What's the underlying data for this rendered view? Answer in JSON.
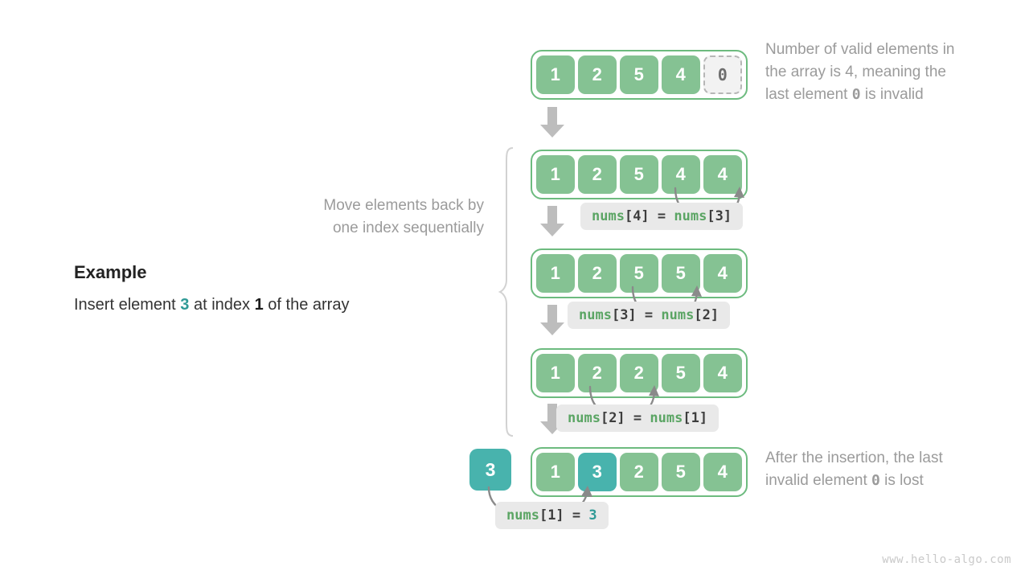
{
  "example": {
    "title": "Example",
    "description_pre": "Insert element ",
    "description_value": "3",
    "description_mid": " at index ",
    "description_index": "1",
    "description_post": " of the array"
  },
  "notes": {
    "top_line1": "Number of valid elements in",
    "top_line2": "the array is 4, meaning the",
    "top_line3_pre": "last element ",
    "top_line3_mono": "0",
    "top_line3_post": " is invalid",
    "brace_line1": "Move elements back by",
    "brace_line2": "one index sequentially",
    "bottom_line1": "After the insertion, the last",
    "bottom_line2_pre": "invalid element ",
    "bottom_line2_mono": "0",
    "bottom_line2_post": " is lost"
  },
  "rows": [
    {
      "id": "row-initial",
      "cells": [
        {
          "value": "1",
          "style": "green"
        },
        {
          "value": "2",
          "style": "green"
        },
        {
          "value": "5",
          "style": "green"
        },
        {
          "value": "4",
          "style": "green"
        },
        {
          "value": "0",
          "style": "invalid"
        }
      ]
    },
    {
      "id": "row-shift-4",
      "cells": [
        {
          "value": "1",
          "style": "green"
        },
        {
          "value": "2",
          "style": "green"
        },
        {
          "value": "5",
          "style": "green"
        },
        {
          "value": "4",
          "style": "green"
        },
        {
          "value": "4",
          "style": "green"
        }
      ]
    },
    {
      "id": "row-shift-3",
      "cells": [
        {
          "value": "1",
          "style": "green"
        },
        {
          "value": "2",
          "style": "green"
        },
        {
          "value": "5",
          "style": "green"
        },
        {
          "value": "5",
          "style": "green"
        },
        {
          "value": "4",
          "style": "green"
        }
      ]
    },
    {
      "id": "row-shift-2",
      "cells": [
        {
          "value": "1",
          "style": "green"
        },
        {
          "value": "2",
          "style": "green"
        },
        {
          "value": "2",
          "style": "green"
        },
        {
          "value": "5",
          "style": "green"
        },
        {
          "value": "4",
          "style": "green"
        }
      ]
    },
    {
      "id": "row-final",
      "cells": [
        {
          "value": "1",
          "style": "green"
        },
        {
          "value": "3",
          "style": "teal"
        },
        {
          "value": "2",
          "style": "green"
        },
        {
          "value": "5",
          "style": "green"
        },
        {
          "value": "4",
          "style": "green"
        }
      ]
    }
  ],
  "insert_box": {
    "value": "3"
  },
  "code_labels": [
    {
      "id": "code-nums4",
      "lhs_fn": "nums",
      "lhs_idx": "[4]",
      "op": "=",
      "rhs_fn": "nums",
      "rhs_idx": "[3]"
    },
    {
      "id": "code-nums3",
      "lhs_fn": "nums",
      "lhs_idx": "[3]",
      "op": "=",
      "rhs_fn": "nums",
      "rhs_idx": "[2]"
    },
    {
      "id": "code-nums2",
      "lhs_fn": "nums",
      "lhs_idx": "[2]",
      "op": "=",
      "rhs_fn": "nums",
      "rhs_idx": "[1]"
    },
    {
      "id": "code-nums1",
      "lhs_fn": "nums",
      "lhs_idx": "[1]",
      "op": "=",
      "rhs_value": "3"
    }
  ],
  "watermark": "www.hello-algo.com",
  "colors": {
    "green_cell": "#85c293",
    "green_border": "#6dbb7f",
    "teal": "#48b3ad",
    "teal_text": "#2f9a96",
    "note_gray": "#9b9b9b",
    "chip_bg": "#e9e9e9",
    "arrow_gray": "#bdbdbd",
    "curve_gray": "#8a8a8a"
  }
}
